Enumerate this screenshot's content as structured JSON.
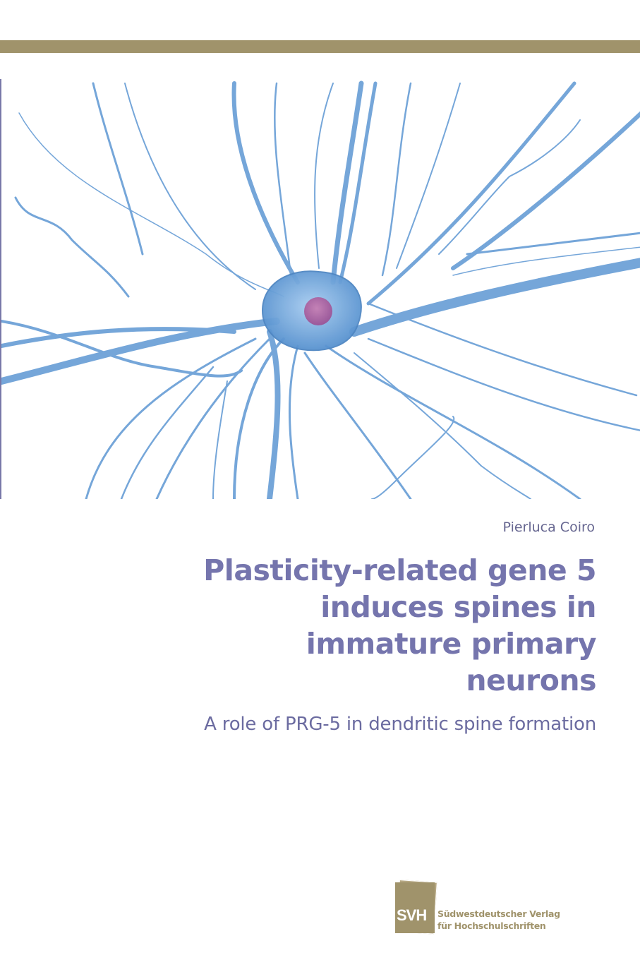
{
  "cover": {
    "colors": {
      "top_bar": "#a0936b",
      "title": "#7575ad",
      "subtitle": "#6b6ba0",
      "author": "#666690",
      "neuron": "#5f95d0",
      "nucleus": "#b0609a",
      "publisher": "#a0936b"
    },
    "illustration": {
      "subject": "neuron-illustration",
      "description": "Translucent blue 3D-rendered neuron with branching dendrites and pink nucleus"
    },
    "author": "Pierluca Coiro",
    "title_lines": [
      "Plasticity-related gene 5",
      "induces spines in",
      "immature primary",
      "neurons"
    ],
    "subtitle": "A role of PRG-5 in dendritic spine formation",
    "publisher": {
      "logo_text": "SVH",
      "line1": "Südwestdeutscher Verlag",
      "line2": "für Hochschulschriften"
    }
  }
}
